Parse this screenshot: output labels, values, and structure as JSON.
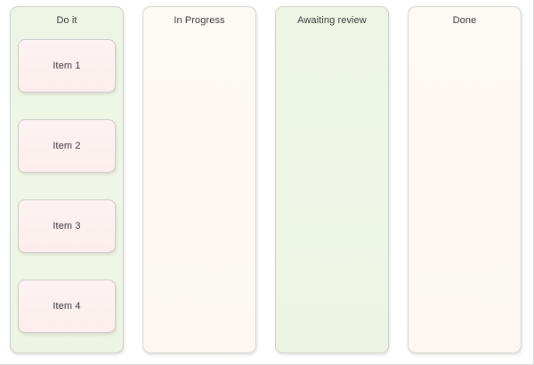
{
  "board": {
    "background_color": "#ffffff",
    "columns": [
      {
        "id": "do-it",
        "title": "Do it",
        "theme": "green",
        "fill_color": "#eef5e5",
        "cards": [
          {
            "label": "Item 1"
          },
          {
            "label": "Item 2"
          },
          {
            "label": "Item 3"
          },
          {
            "label": "Item 4"
          }
        ]
      },
      {
        "id": "in-progress",
        "title": "In Progress",
        "theme": "cream",
        "fill_color": "#fdf8f4",
        "cards": []
      },
      {
        "id": "awaiting-review",
        "title": "Awaiting review",
        "theme": "green",
        "fill_color": "#eef5e5",
        "cards": []
      },
      {
        "id": "done",
        "title": "Done",
        "theme": "cream",
        "fill_color": "#fdf8f4",
        "cards": []
      }
    ],
    "card_color": "#fcf0ef",
    "text_color": "#3a3a3a",
    "border_color": "#d2d2d2"
  }
}
